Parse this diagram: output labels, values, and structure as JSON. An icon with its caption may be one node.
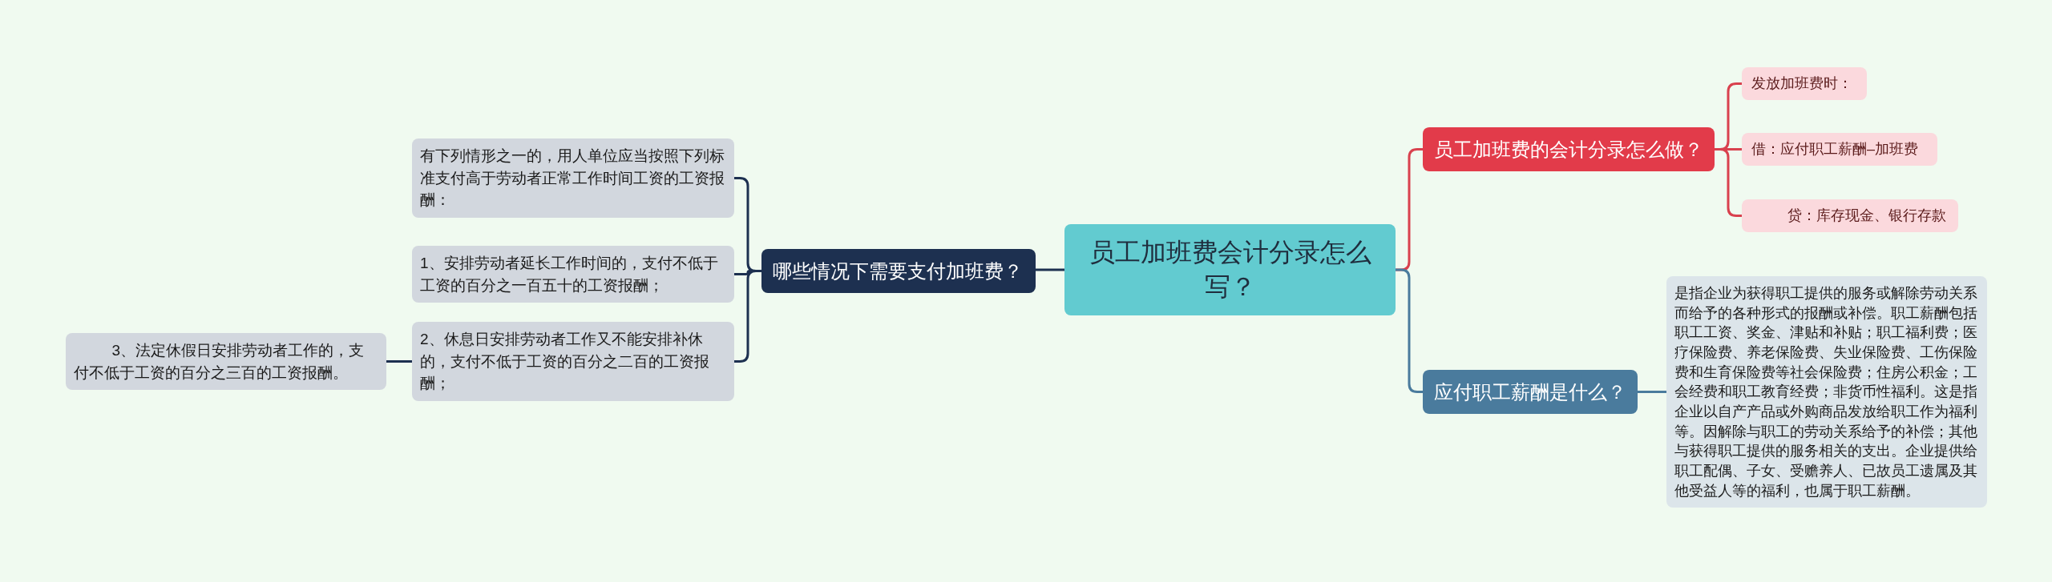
{
  "diagram": {
    "nodes": [
      {
        "text": [
          "员工加班费会计分录怎么写？"
        ]
      },
      {
        "text": [
          "哪些情况下需要支付加班费？"
        ]
      },
      {
        "text": [
          "有下列情形之一的，用人单位应当按照下列标准支付高于劳动者正常工作时间工资的工资报酬："
        ]
      },
      {
        "text": [
          "1、安排劳动者延长工作时间的，支付不低于工资的百分之一百五十的工资报酬；"
        ]
      },
      {
        "text": [
          "2、休息日安排劳动者工作又不能安排补休的，支付不低于工资的百分之二百的工资报酬；"
        ]
      },
      {
        "text": [
          "3、法定休假日安排劳动者工作的，支付不低于工资的百分之三百的工资报酬。"
        ]
      },
      {
        "text": [
          "员工加班费的会计分录怎么做？"
        ]
      },
      {
        "text": [
          "发放加班费时："
        ]
      },
      {
        "text": [
          "借：应付职工薪酬–加班费"
        ]
      },
      {
        "text": [
          "贷：库存现金、银行存款"
        ]
      },
      {
        "text": [
          "应付职工薪酬是什么？"
        ]
      },
      {
        "text": [
          "是指企业为获得职工提供的服务或解除劳动关系而给予的各种形式的报酬或补偿。职工薪酬包括职工工资、奖金、津贴和补贴；职工福利费；医疗保险费、养老保险费、失业保险费、工伤保险费和生育保险费等社会保险费；住房公积金；工会经费和职工教育经费；非货币性福利。这是指企业以自产产品或外购商品发放给职工作为福利等。因解除与职工的劳动关系给予的补偿；其他与获得职工提供的服务相关的支出。企业提供给职工配偶、子女、受赡养人、已故员工遗属及其他受益人等的福利，也属于职工薪酬。"
        ]
      }
    ],
    "edges": [
      {
        "from": 0,
        "to": 1,
        "arrow": "none"
      },
      {
        "from": 1,
        "to": 2,
        "arrow": "none"
      },
      {
        "from": 1,
        "to": 3,
        "arrow": "none"
      },
      {
        "from": 1,
        "to": 4,
        "arrow": "none"
      },
      {
        "from": 4,
        "to": 5,
        "arrow": "none"
      },
      {
        "from": 0,
        "to": 6,
        "arrow": "none",
        "color": "#d9414e"
      },
      {
        "from": 6,
        "to": 7,
        "arrow": "none",
        "color": "#d9414e"
      },
      {
        "from": 6,
        "to": 8,
        "arrow": "none",
        "color": "#d9414e"
      },
      {
        "from": 6,
        "to": 9,
        "arrow": "none",
        "color": "#d9414e"
      },
      {
        "from": 0,
        "to": 10,
        "arrow": "none",
        "color": "#4a7b9d"
      },
      {
        "from": 10,
        "to": 11,
        "arrow": "none",
        "color": "#4a7b9d"
      }
    ]
  }
}
